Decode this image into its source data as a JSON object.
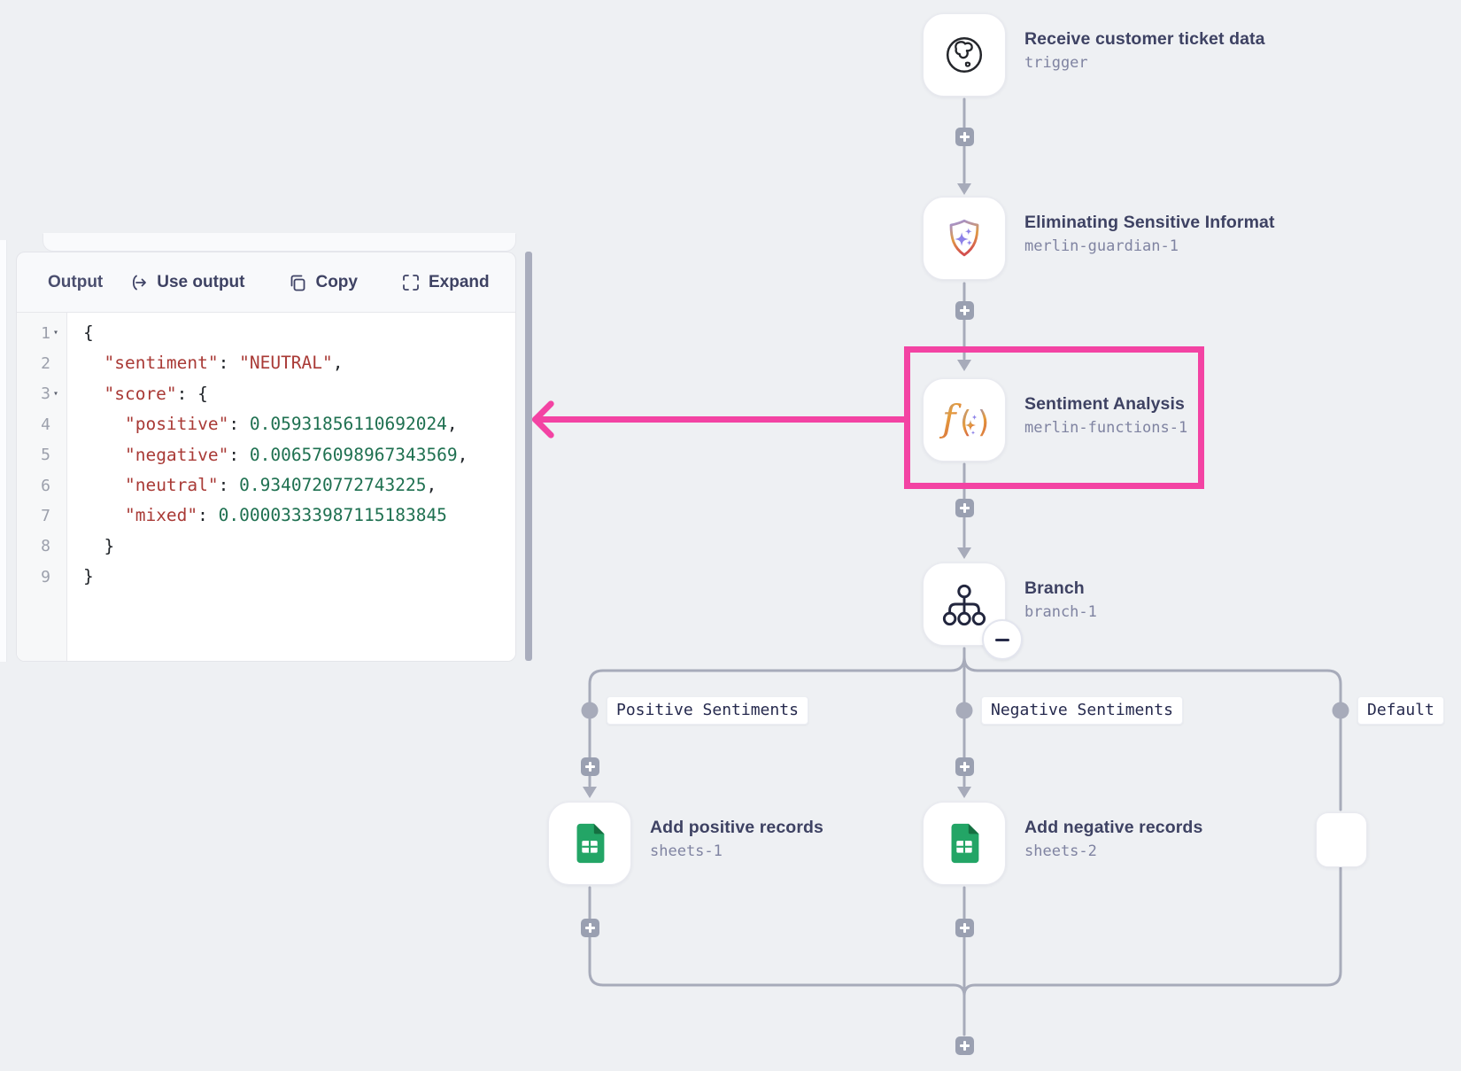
{
  "output_panel": {
    "title": "Output",
    "actions": [
      {
        "id": "use-output",
        "label": "Use output"
      },
      {
        "id": "copy",
        "label": "Copy"
      },
      {
        "id": "expand",
        "label": "Expand"
      }
    ],
    "code": {
      "language": "json",
      "lines": [
        {
          "num": "1",
          "fold": true,
          "tokens": [
            [
              "p",
              "{"
            ]
          ]
        },
        {
          "num": "2",
          "fold": false,
          "tokens": [
            [
              "p",
              "  "
            ],
            [
              "k",
              "\"sentiment\""
            ],
            [
              "p",
              ": "
            ],
            [
              "s",
              "\"NEUTRAL\""
            ],
            [
              "p",
              ","
            ]
          ]
        },
        {
          "num": "3",
          "fold": true,
          "tokens": [
            [
              "p",
              "  "
            ],
            [
              "k",
              "\"score\""
            ],
            [
              "p",
              ": {"
            ]
          ]
        },
        {
          "num": "4",
          "fold": false,
          "tokens": [
            [
              "p",
              "    "
            ],
            [
              "k",
              "\"positive\""
            ],
            [
              "p",
              ": "
            ],
            [
              "n",
              "0.05931856110692024"
            ],
            [
              "p",
              ","
            ]
          ]
        },
        {
          "num": "5",
          "fold": false,
          "tokens": [
            [
              "p",
              "    "
            ],
            [
              "k",
              "\"negative\""
            ],
            [
              "p",
              ": "
            ],
            [
              "n",
              "0.006576098967343569"
            ],
            [
              "p",
              ","
            ]
          ]
        },
        {
          "num": "6",
          "fold": false,
          "tokens": [
            [
              "p",
              "    "
            ],
            [
              "k",
              "\"neutral\""
            ],
            [
              "p",
              ": "
            ],
            [
              "n",
              "0.9340720772743225"
            ],
            [
              "p",
              ","
            ]
          ]
        },
        {
          "num": "7",
          "fold": false,
          "tokens": [
            [
              "p",
              "    "
            ],
            [
              "k",
              "\"mixed\""
            ],
            [
              "p",
              ": "
            ],
            [
              "n",
              "0.00003333987115183845"
            ]
          ]
        },
        {
          "num": "8",
          "fold": false,
          "tokens": [
            [
              "p",
              "  }"
            ]
          ]
        },
        {
          "num": "9",
          "fold": false,
          "tokens": [
            [
              "p",
              "}"
            ]
          ]
        }
      ]
    }
  },
  "flow": {
    "nodes": [
      {
        "title": "Receive customer ticket data",
        "subtitle": "trigger",
        "icon": "globe-icon"
      },
      {
        "title": "Eliminating Sensitive Informat",
        "subtitle": "merlin-guardian-1",
        "icon": "shield-sparkle-icon"
      },
      {
        "title": "Sentiment Analysis",
        "subtitle": "merlin-functions-1",
        "icon": "function-icon",
        "highlighted": true
      },
      {
        "title": "Branch",
        "subtitle": "branch-1",
        "icon": "branch-icon"
      },
      {
        "title": "Add positive records",
        "subtitle": "sheets-1",
        "icon": "google-sheets-icon"
      },
      {
        "title": "Add negative records",
        "subtitle": "sheets-2",
        "icon": "google-sheets-icon"
      }
    ],
    "branch_labels": [
      "Positive Sentiments",
      "Negative Sentiments",
      "Default"
    ]
  },
  "colors": {
    "annotation_pink": "#f343a3",
    "connector_gray": "#a7abba",
    "code_key_red": "#a93a36",
    "code_number_green": "#1e7050",
    "sheets_green": "#23a566",
    "node_title": "#3e4263"
  }
}
